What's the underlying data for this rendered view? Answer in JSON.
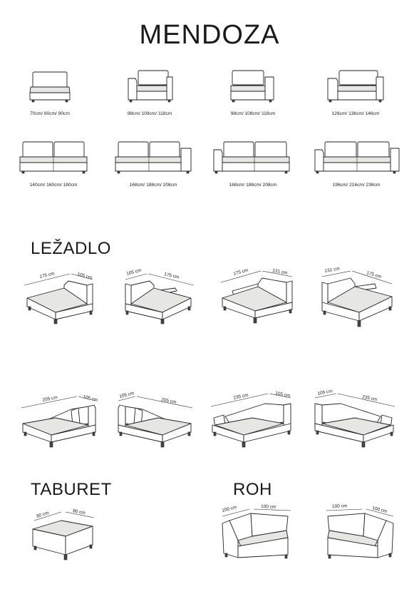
{
  "title": "MENDOZA",
  "sections": {
    "lezadlo": "LEŽADLO",
    "taburet": "TABURET",
    "roh": "ROH"
  },
  "sofas": {
    "row1": [
      "70cm/ 80cm/ 90cm",
      "98cm/ 108cm/ 118cm",
      "98cm/ 108cm/ 118cm",
      "126cm/ 136cm/ 146cm"
    ],
    "row2": [
      "140cm/ 160cm/ 180cm",
      "168cm/ 188cm/ 208cm",
      "168cm/ 188cm/ 208cm",
      "196cm/ 216cm/ 236cm"
    ]
  },
  "lounger": {
    "row1": [
      {
        "a": "175 cm",
        "b": "105 cm"
      },
      {
        "a": "105 cm",
        "b": "175 cm"
      },
      {
        "a": "175 cm",
        "b": "131 cm"
      },
      {
        "a": "131 cm",
        "b": "175 cm"
      }
    ],
    "row2": [
      {
        "a": "205 cm",
        "b": "105 cm"
      },
      {
        "a": "105 cm",
        "b": "205 cm"
      },
      {
        "a": "235 cm",
        "b": "105 cm"
      },
      {
        "a": "105 cm",
        "b": "235 cm"
      }
    ]
  },
  "taburet": {
    "a": "80 cm",
    "b": "80 cm"
  },
  "roh": [
    {
      "a": "100 cm",
      "b": "100 cm"
    },
    {
      "a": "100 cm",
      "b": "100 cm"
    }
  ]
}
